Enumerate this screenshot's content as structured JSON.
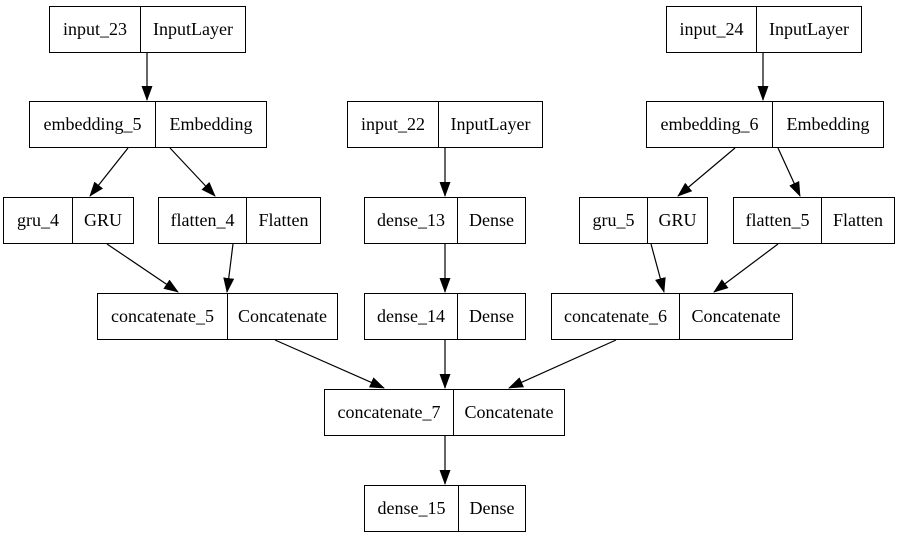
{
  "diagram": {
    "kind": "keras-model-plot",
    "colors": {
      "background": "#ffffff",
      "node_border": "#000000",
      "text": "#000000",
      "edge": "#000000"
    },
    "nodes": [
      {
        "id": "input_23",
        "name": "input_23",
        "type": "InputLayer"
      },
      {
        "id": "input_24",
        "name": "input_24",
        "type": "InputLayer"
      },
      {
        "id": "embedding_5",
        "name": "embedding_5",
        "type": "Embedding"
      },
      {
        "id": "input_22",
        "name": "input_22",
        "type": "InputLayer"
      },
      {
        "id": "embedding_6",
        "name": "embedding_6",
        "type": "Embedding"
      },
      {
        "id": "gru_4",
        "name": "gru_4",
        "type": "GRU"
      },
      {
        "id": "flatten_4",
        "name": "flatten_4",
        "type": "Flatten"
      },
      {
        "id": "dense_13",
        "name": "dense_13",
        "type": "Dense"
      },
      {
        "id": "gru_5",
        "name": "gru_5",
        "type": "GRU"
      },
      {
        "id": "flatten_5",
        "name": "flatten_5",
        "type": "Flatten"
      },
      {
        "id": "concatenate_5",
        "name": "concatenate_5",
        "type": "Concatenate"
      },
      {
        "id": "dense_14",
        "name": "dense_14",
        "type": "Dense"
      },
      {
        "id": "concatenate_6",
        "name": "concatenate_6",
        "type": "Concatenate"
      },
      {
        "id": "concatenate_7",
        "name": "concatenate_7",
        "type": "Concatenate"
      },
      {
        "id": "dense_15",
        "name": "dense_15",
        "type": "Dense"
      }
    ],
    "edges": [
      {
        "from": "input_23",
        "to": "embedding_5"
      },
      {
        "from": "embedding_5",
        "to": "gru_4"
      },
      {
        "from": "embedding_5",
        "to": "flatten_4"
      },
      {
        "from": "input_22",
        "to": "dense_13"
      },
      {
        "from": "input_24",
        "to": "embedding_6"
      },
      {
        "from": "embedding_6",
        "to": "gru_5"
      },
      {
        "from": "embedding_6",
        "to": "flatten_5"
      },
      {
        "from": "gru_4",
        "to": "concatenate_5"
      },
      {
        "from": "flatten_4",
        "to": "concatenate_5"
      },
      {
        "from": "dense_13",
        "to": "dense_14"
      },
      {
        "from": "gru_5",
        "to": "concatenate_6"
      },
      {
        "from": "flatten_5",
        "to": "concatenate_6"
      },
      {
        "from": "concatenate_5",
        "to": "concatenate_7"
      },
      {
        "from": "dense_14",
        "to": "concatenate_7"
      },
      {
        "from": "concatenate_6",
        "to": "concatenate_7"
      },
      {
        "from": "concatenate_7",
        "to": "dense_15"
      }
    ]
  }
}
